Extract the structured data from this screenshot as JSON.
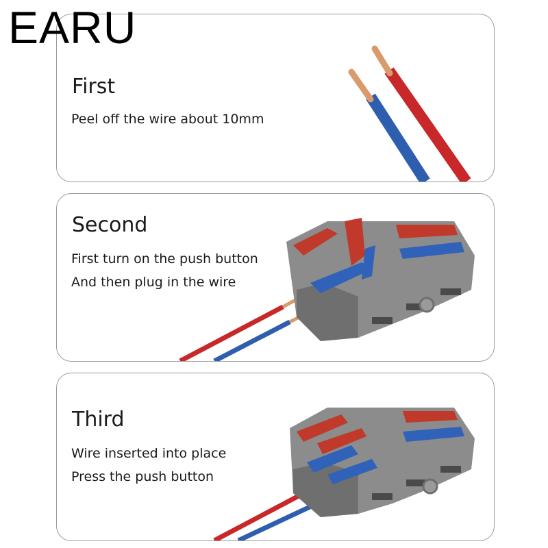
{
  "brand": "EARU",
  "steps": [
    {
      "title": "First",
      "lines": [
        "Peel off the wire about 10mm"
      ]
    },
    {
      "title": "Second",
      "lines": [
        "First turn on the push button",
        "And then plug in the wire"
      ]
    },
    {
      "title": "Third",
      "lines": [
        "Wire inserted into place",
        "Press the push button"
      ]
    }
  ],
  "colors": {
    "wire_red": "#c8282a",
    "wire_blue": "#2d5fae",
    "copper": "#d99a6c",
    "connector_grey": "#8c8c8c",
    "lever_red": "#c0392b",
    "lever_blue": "#2f62b8"
  }
}
